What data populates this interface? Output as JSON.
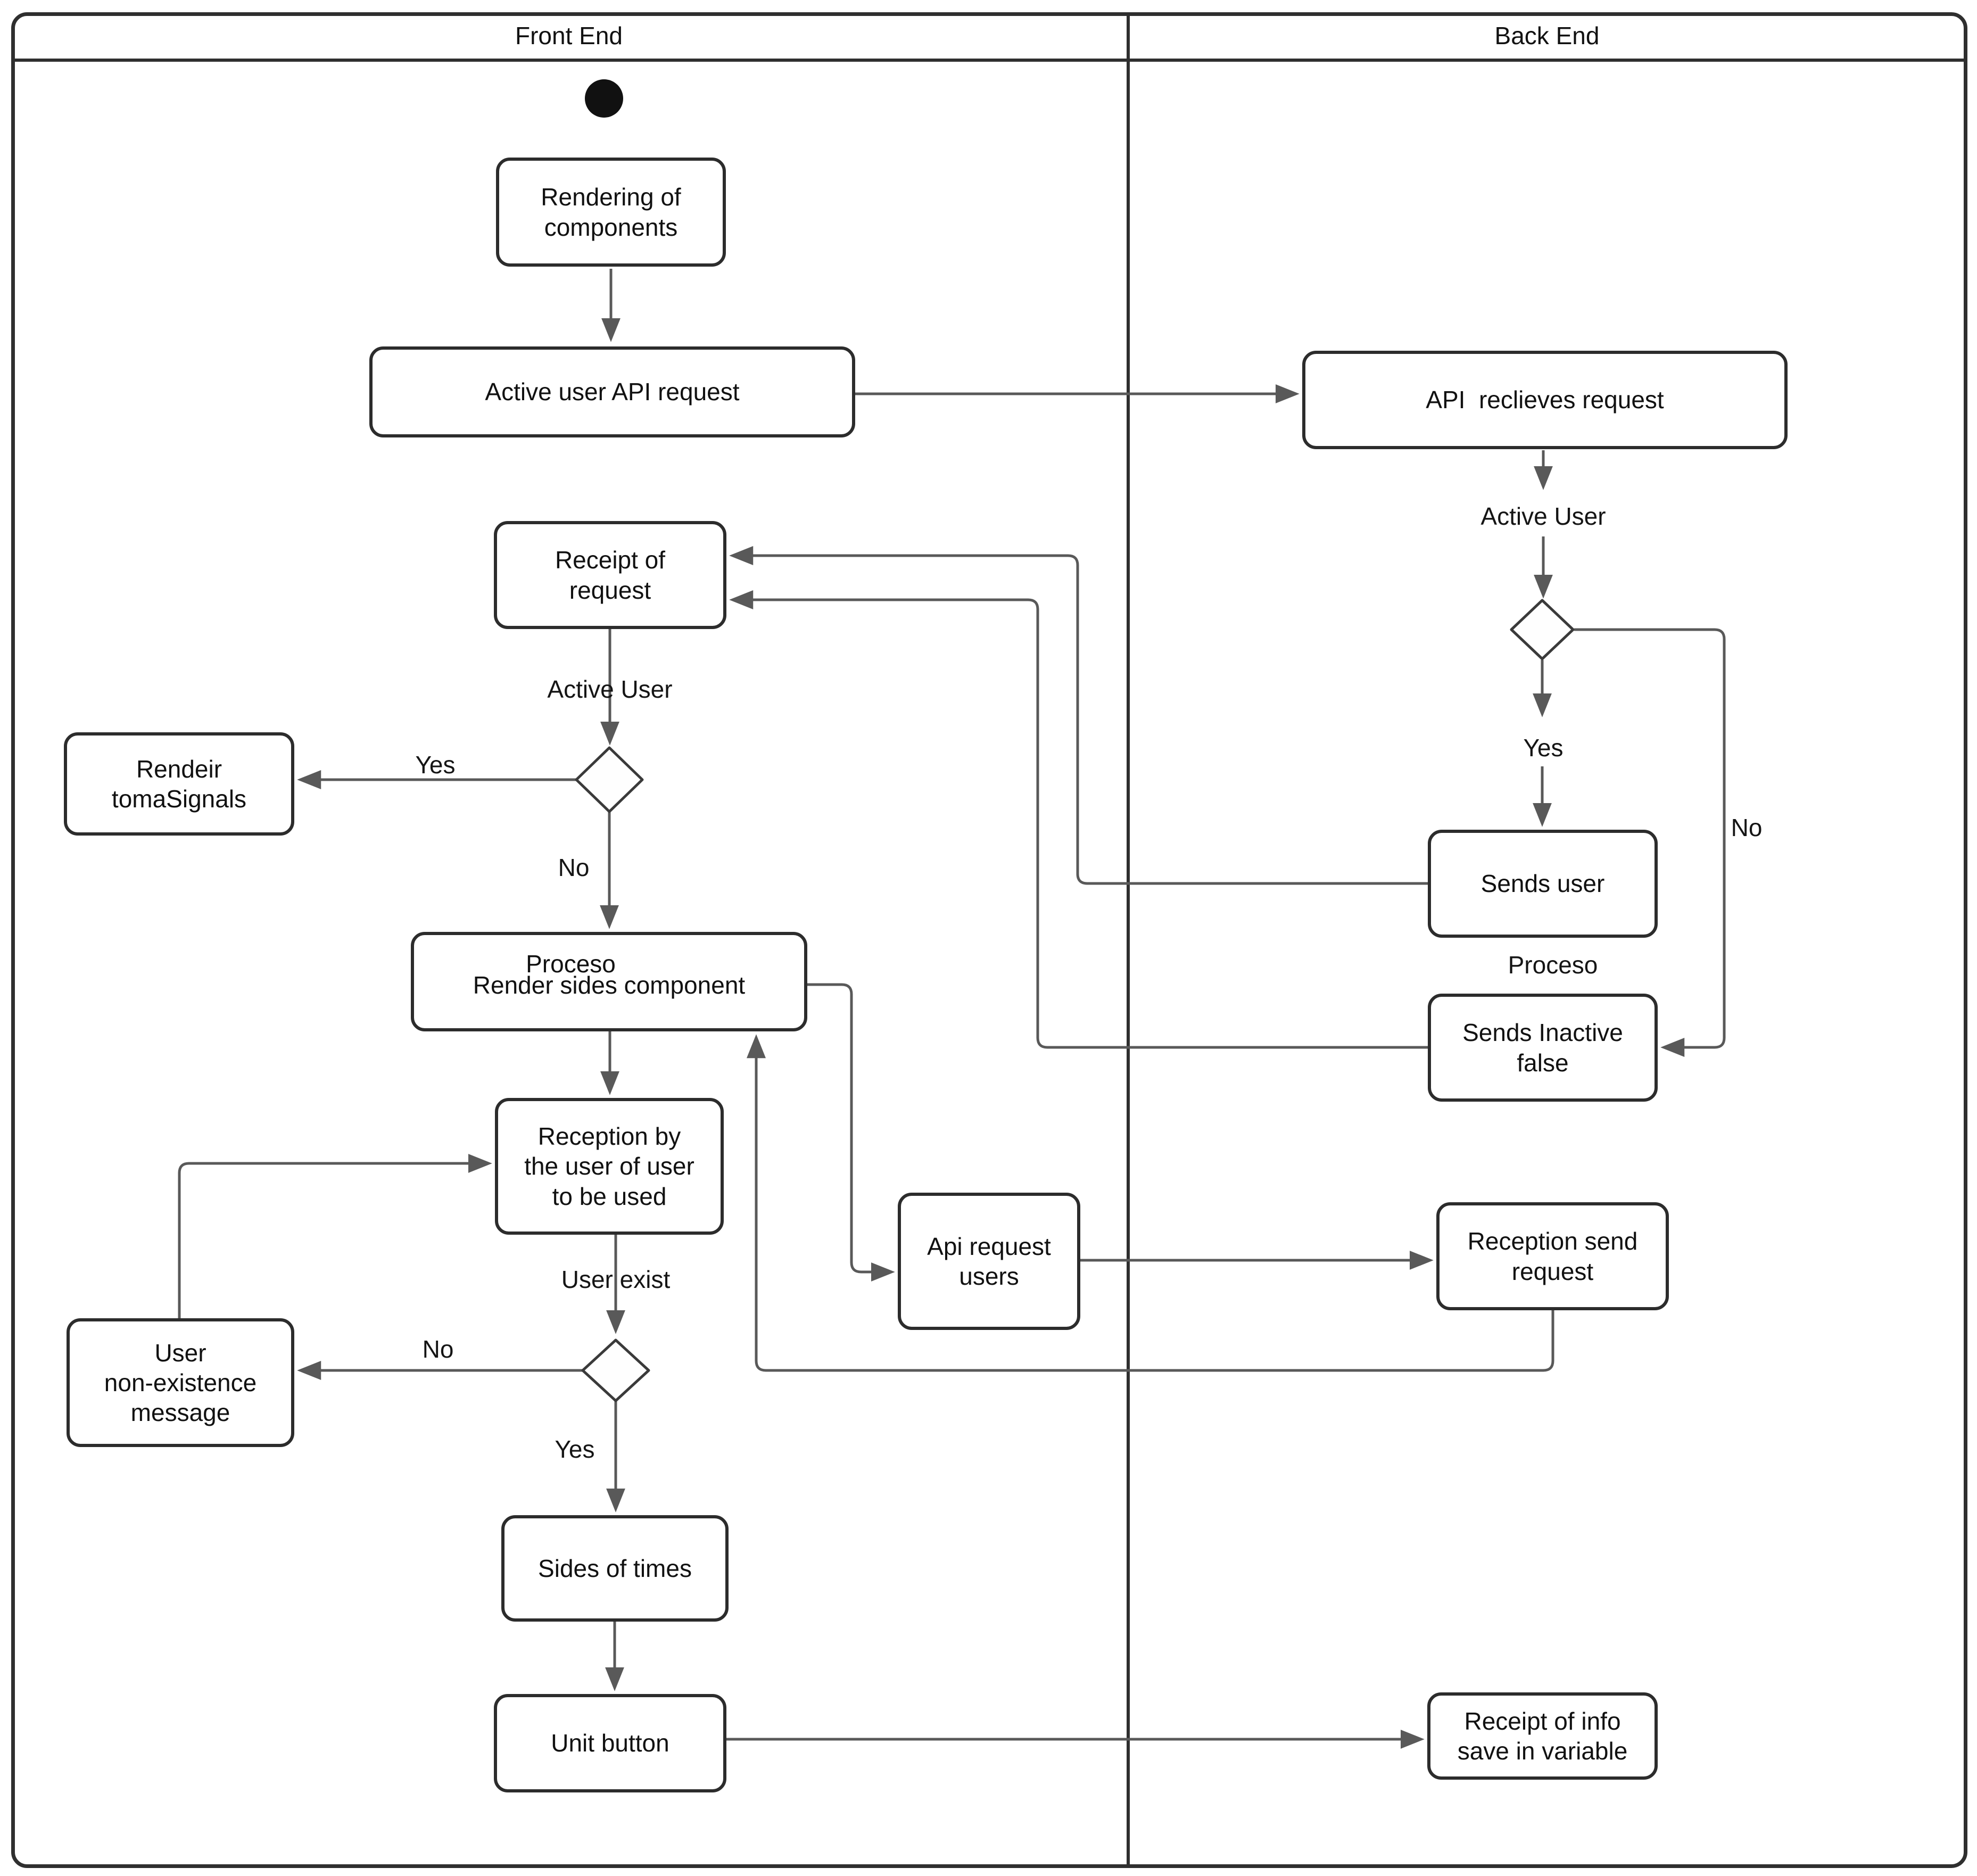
{
  "header": {
    "front_lane_title": "Front End",
    "back_lane_title": "Back End"
  },
  "nodes": {
    "rendering_components": "Rendering of\ncomponents",
    "active_user_api_request": "Active user API request",
    "receipt_of_request": "Receipt of\nrequest",
    "rendeir_tomasignals": "Rendeir\ntomaSignals",
    "render_sides_proceso": "Proceso",
    "render_sides_component": "Render sides component",
    "reception_by_user": "Reception by\nthe user of user\nto be used",
    "user_nonexistence_message": "User\nnon-existence\nmessage",
    "sides_of_times": "Sides of times",
    "unit_button": "Unit button",
    "api_request_users": "Api request\nusers",
    "api_reclieves_request": "API  reclieves request",
    "sends_user": "Sends user",
    "sends_inactive_false": "Sends Inactive\nfalse",
    "reception_send_request": "Reception send\nrequest",
    "receipt_of_info": "Receipt of info\nsave in variable"
  },
  "labels": {
    "fe_active_user": "Active User",
    "fe_yes": "Yes",
    "fe_no": "No",
    "user_exist": "User exist",
    "fe_no_2": "No",
    "fe_yes_2": "Yes",
    "be_active_user": "Active User",
    "be_yes": "Yes",
    "be_no": "No",
    "be_proceso": "Proceso"
  },
  "colors": {
    "line": "#595959",
    "node_border": "#2c2c2c",
    "pool_border": "#2f2f2f",
    "text": "#111111",
    "background": "#ffffff",
    "start_node": "#111111"
  }
}
